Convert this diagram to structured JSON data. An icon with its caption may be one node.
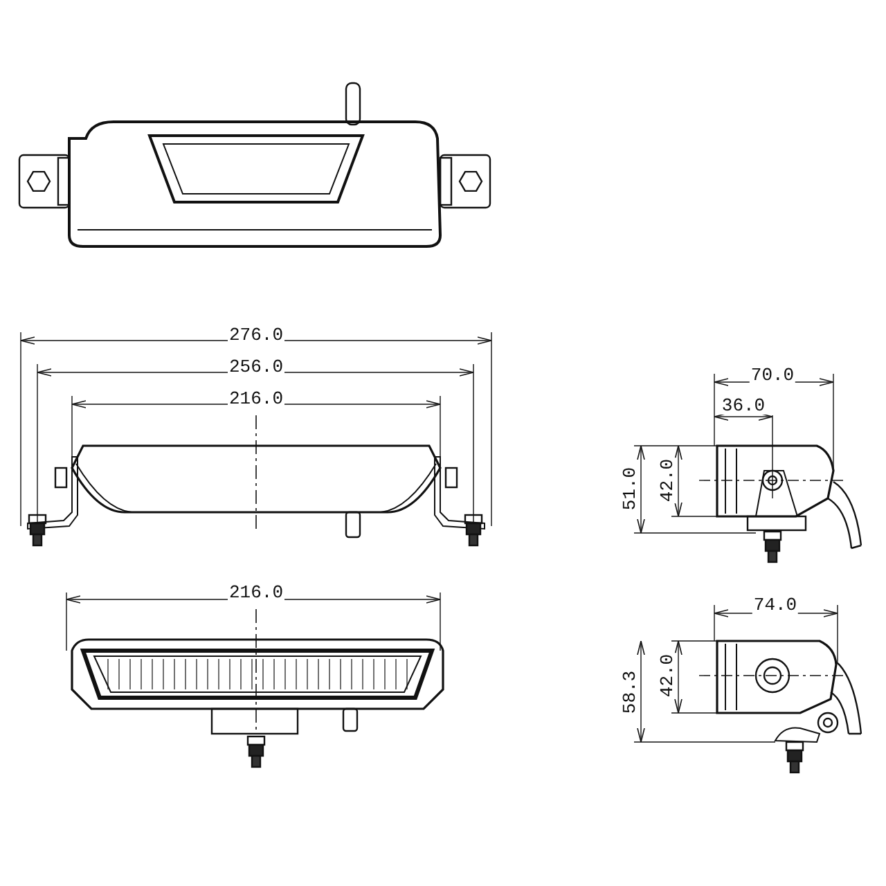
{
  "diagram": {
    "labels": [
      "276.0",
      "256.0",
      "216.0",
      "70.0",
      "36.0",
      "51.0",
      "42.0",
      "216.0",
      "74.0",
      "42.0",
      "58.3"
    ]
  }
}
